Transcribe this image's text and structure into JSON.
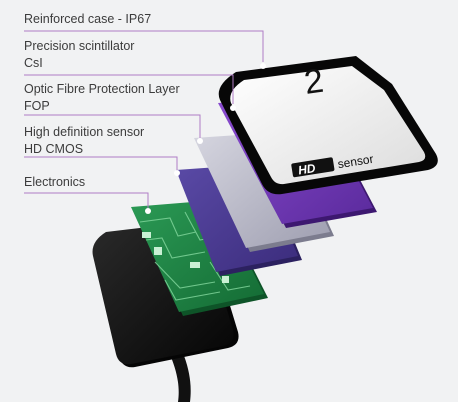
{
  "layers": [
    {
      "id": "case",
      "title": "Reinforced case  - IP67",
      "subtitle": ""
    },
    {
      "id": "scintillator",
      "title": "Precision scintillator",
      "subtitle": "CsI"
    },
    {
      "id": "fop",
      "title": "Optic Fibre Protection Layer",
      "subtitle": "FOP"
    },
    {
      "id": "cmos",
      "title": "High definition sensor",
      "subtitle": "HD CMOS"
    },
    {
      "id": "electronics",
      "title": "Electronics",
      "subtitle": ""
    }
  ],
  "product_badge": {
    "mark": "HD",
    "text": "sensor"
  },
  "sensor_size_numeral": "2",
  "colors": {
    "leader_line": "#b07cc6",
    "shell_black": "#141414",
    "pcb_green": "#1f8a45",
    "cmos_purple": "#4b3a92",
    "fop_gray": "#b8b8c6",
    "scintillator_violet": "#6a34b2",
    "case_white": "#f6f6f6",
    "label_text": "#3c3c3c"
  }
}
